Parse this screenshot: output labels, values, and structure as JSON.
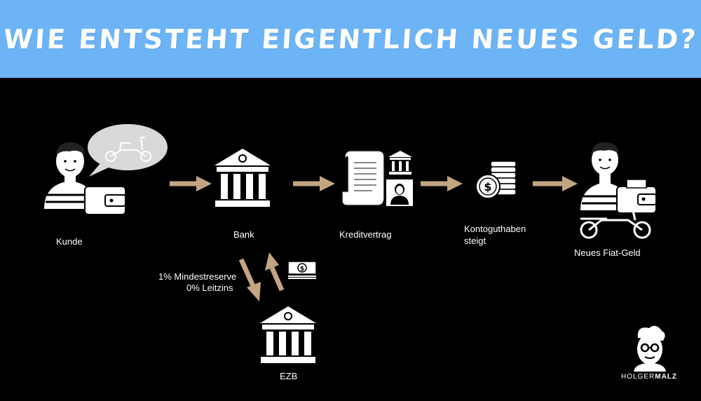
{
  "title": "WIE ENTSTEHT EIGENTLICH NEUES GELD?",
  "nodes": {
    "kunde": "Kunde",
    "bank": "Bank",
    "kreditvertrag": "Kreditvertrag",
    "konto_line1": "Kontoguthaben",
    "konto_line2": "steigt",
    "fiat": "Neues Fiat-Geld",
    "ezb": "EZB"
  },
  "reserve": {
    "line1": "1% Mindestreserve",
    "line2": "0% Leitzins"
  },
  "brand": {
    "part1": "HOLGER",
    "part2": "MALZ"
  },
  "colors": {
    "banner": "#6cb4f5",
    "arrow": "#c4a582",
    "background": "#000000"
  }
}
